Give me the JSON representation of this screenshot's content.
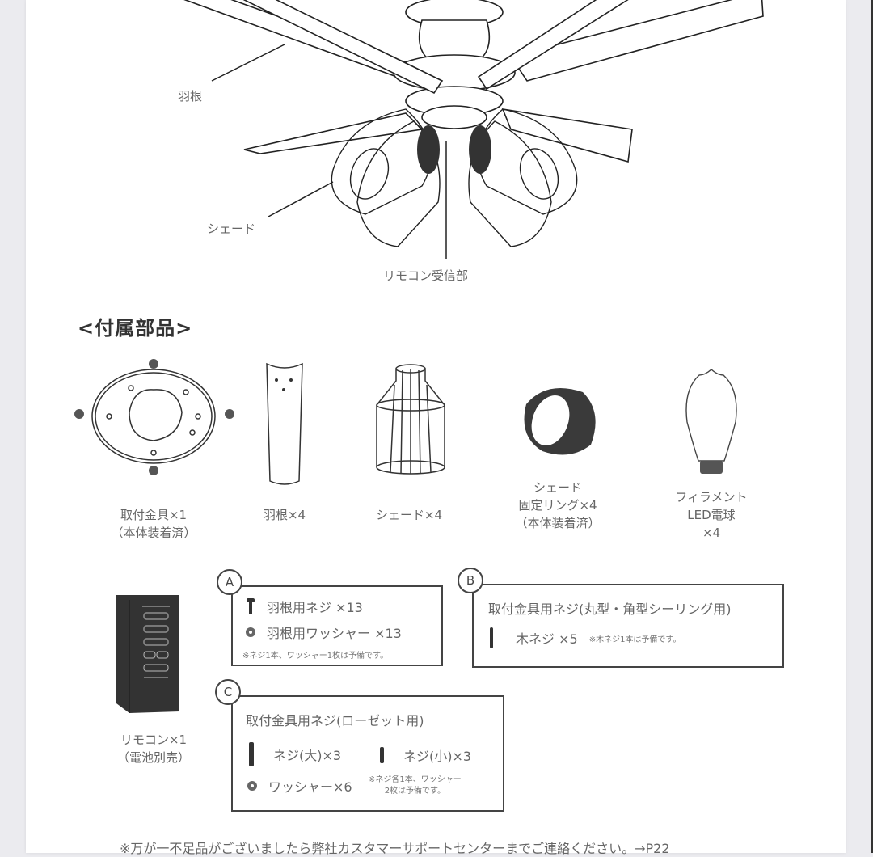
{
  "diagram": {
    "callouts": [
      {
        "id": "blade",
        "label": "羽根"
      },
      {
        "id": "shade",
        "label": "シェード"
      },
      {
        "id": "receiver",
        "label": "リモコン受信部"
      }
    ]
  },
  "accessories": {
    "title": "<付属部品>",
    "items": [
      {
        "id": "mount",
        "icon": "mounting-bracket-icon",
        "lines": [
          "取付金具×1",
          "（本体装着済）"
        ]
      },
      {
        "id": "blade",
        "icon": "blade-icon",
        "lines": [
          "羽根×4"
        ]
      },
      {
        "id": "shade",
        "icon": "wire-shade-icon",
        "lines": [
          "シェード×4"
        ]
      },
      {
        "id": "ring",
        "icon": "fixing-ring-icon",
        "lines": [
          "シェード",
          "固定リング×4",
          "（本体装着済）"
        ]
      },
      {
        "id": "bulb",
        "icon": "led-bulb-icon",
        "lines": [
          "フィラメント",
          "LED電球",
          "×4"
        ]
      }
    ],
    "remote": {
      "icon": "remote-control-icon",
      "lines": [
        "リモコン×1",
        "（電池別売）"
      ]
    }
  },
  "hardware": {
    "A": {
      "badge": "A",
      "rows": [
        {
          "icon": "screw-icon",
          "text": "羽根用ネジ ×13"
        },
        {
          "icon": "washer-icon",
          "text": "羽根用ワッシャー ×13"
        }
      ],
      "note": "※ネジ1本、ワッシャー1枚は予備です。"
    },
    "B": {
      "badge": "B",
      "title": "取付金具用ネジ(丸型・角型シーリング用)",
      "rows": [
        {
          "icon": "wood-screw-icon",
          "text": "木ネジ ×5"
        }
      ],
      "note": "※木ネジ1本は予備です。"
    },
    "C": {
      "badge": "C",
      "title": "取付金具用ネジ(ローゼット用)",
      "rows": [
        {
          "icon": "large-screw-icon",
          "text": "ネジ(大)×3"
        },
        {
          "icon": "small-screw-icon",
          "text": "ネジ(小)×3"
        },
        {
          "icon": "washer-icon",
          "text": "ワッシャー×6"
        }
      ],
      "note_lines": [
        "※ネジ各1本、ワッシャー",
        "2枚は予備です。"
      ]
    }
  },
  "footer": {
    "text": "※万が一不足品がございましたら弊社カスタマーサポートセンターまでご連絡ください。→P22"
  }
}
